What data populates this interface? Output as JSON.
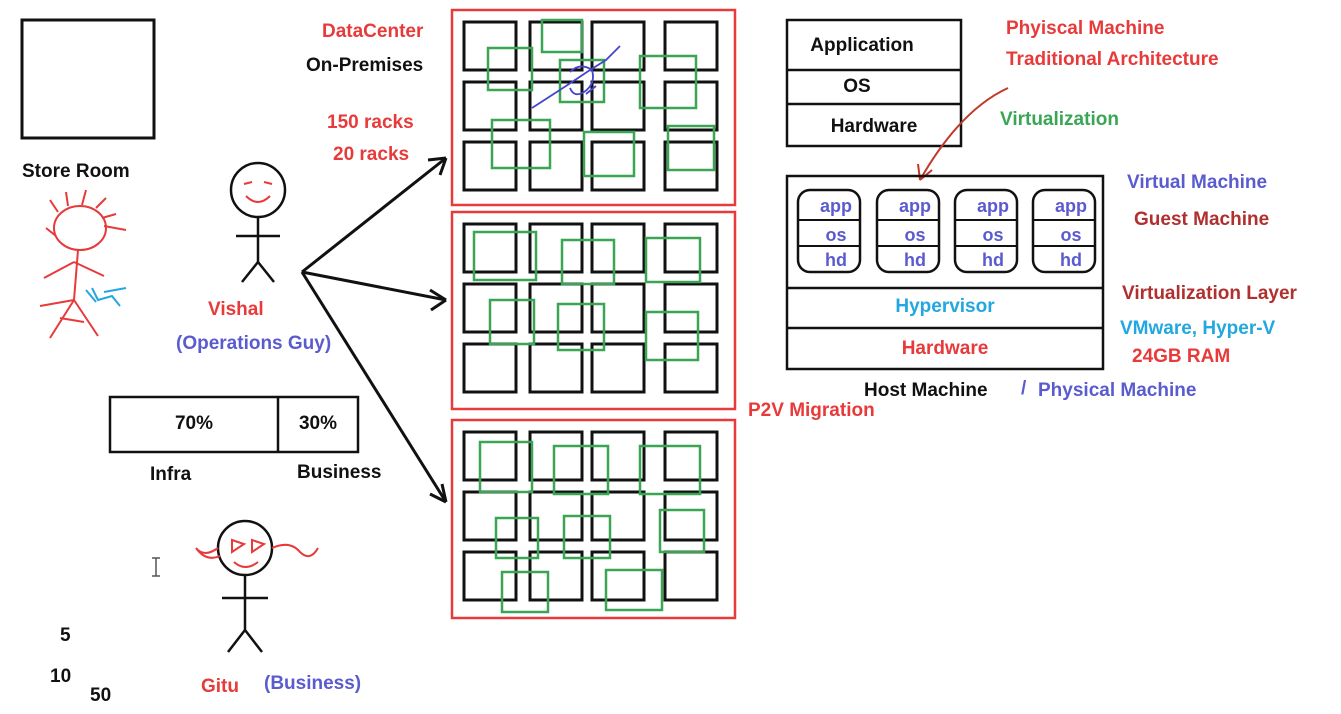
{
  "left": {
    "store_room": "Store Room",
    "vishal": "Vishal",
    "operations_guy": "(Operations Guy)",
    "infra_pct": "70%",
    "business_pct": "30%",
    "infra_label": "Infra",
    "business_label": "Business",
    "gitu": "Gitu",
    "gitu_role": "(Business)",
    "n5": "5",
    "n10": "10",
    "n50": "50"
  },
  "datacenter": {
    "title": "DataCenter",
    "on_premises": "On-Premises",
    "racks_150": "150 racks",
    "racks_20": "20 racks",
    "p2v": "P2V Migration"
  },
  "traditional": {
    "application": "Application",
    "os": "OS",
    "hardware": "Hardware",
    "physical_machine": "Phyiscal Machine",
    "traditional_architecture": "Traditional Architecture",
    "virtualization": "Virtualization"
  },
  "virtualized": {
    "vms": [
      {
        "app": "app",
        "os": "os",
        "hd": "hd"
      },
      {
        "app": "app",
        "os": "os",
        "hd": "hd"
      },
      {
        "app": "app",
        "os": "os",
        "hd": "hd"
      },
      {
        "app": "app",
        "os": "os",
        "hd": "hd"
      }
    ],
    "hypervisor": "Hypervisor",
    "hardware": "Hardware",
    "host_machine": "Host Machine",
    "slash": "/",
    "physical_machine": "Physical Machine",
    "virtual_machine": "Virtual Machine",
    "guest_machine": "Guest Machine",
    "virtualization_layer": "Virtualization Layer",
    "vmware": "VMware, Hyper-V",
    "ram": "24GB RAM"
  },
  "colors": {
    "red": "#e83a3a",
    "green": "#3aa655",
    "blue": "#5b5bd0",
    "cyan": "#22a7e0",
    "dark_red": "#b03030"
  }
}
